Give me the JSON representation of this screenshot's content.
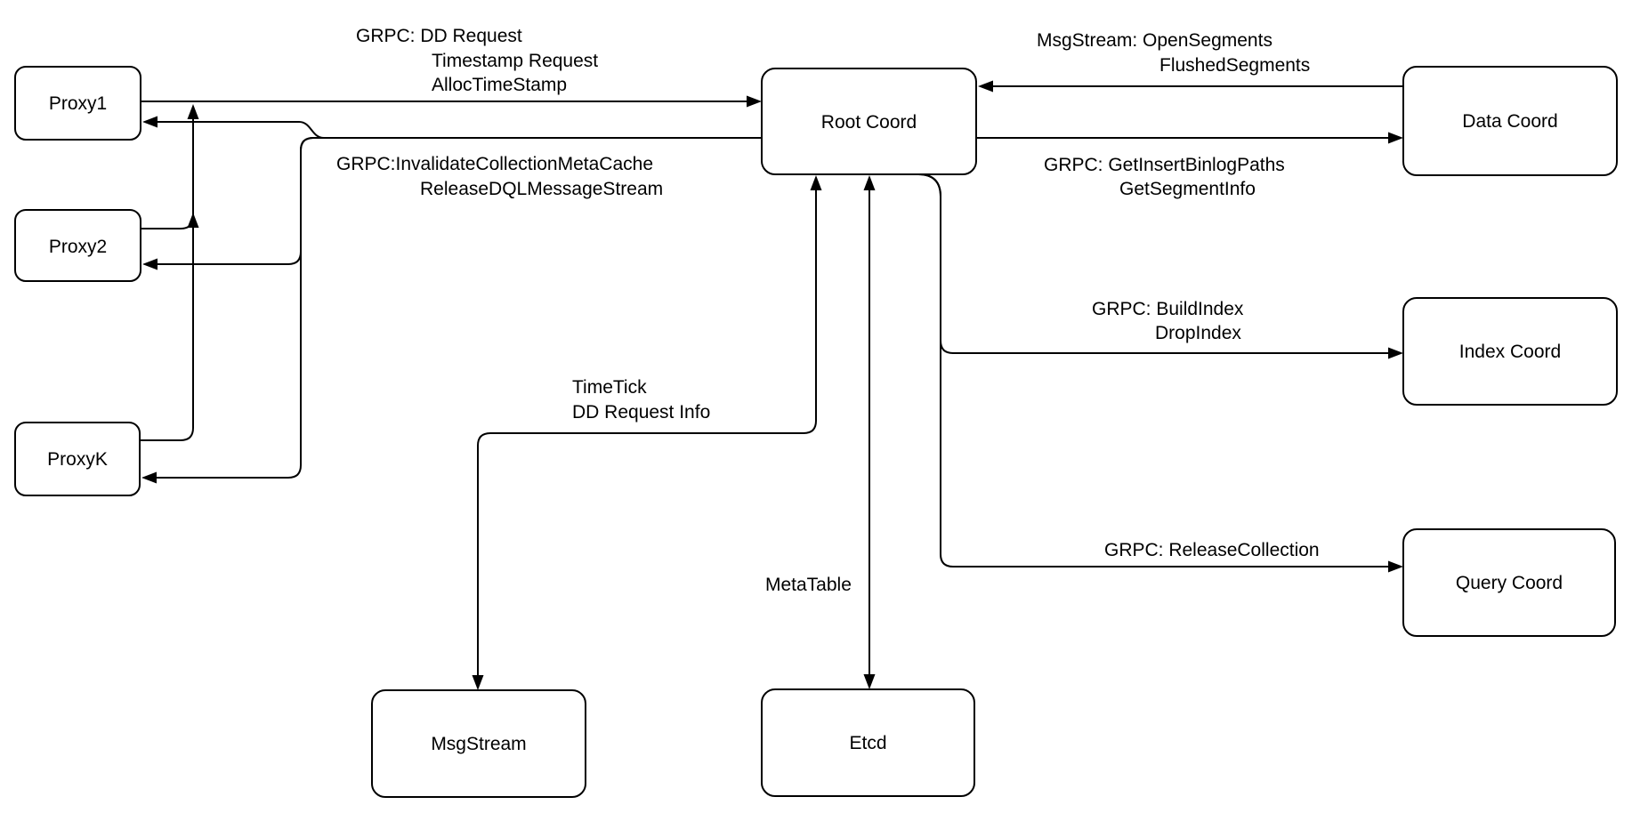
{
  "canvas": {
    "background_color": "#ffffff",
    "node_fill_color": "#ffffff",
    "line_color": "#000000"
  },
  "nodes": {
    "proxy1": {
      "label": "Proxy1"
    },
    "proxy2": {
      "label": "Proxy2"
    },
    "proxyk": {
      "label": "ProxyK"
    },
    "root_coord": {
      "label": "Root Coord"
    },
    "data_coord": {
      "label": "Data Coord"
    },
    "index_coord": {
      "label": "Index Coord"
    },
    "query_coord": {
      "label": "Query Coord"
    },
    "msgstream": {
      "label": "MsgStream"
    },
    "etcd": {
      "label": "Etcd"
    }
  },
  "edges": {
    "proxies_to_root": {
      "from": "Proxy1 / Proxy2 / ProxyK",
      "to": "Root Coord",
      "lines": [
        "GRPC: DD Request",
        "Timestamp Request",
        "AllocTimeStamp"
      ]
    },
    "root_to_proxies": {
      "from": "Root Coord",
      "to": "Proxy1 / Proxy2 / ProxyK",
      "lines": [
        "GRPC:InvalidateCollectionMetaCache",
        "ReleaseDQLMessageStream"
      ]
    },
    "data_to_root": {
      "from": "Data Coord",
      "to": "Root Coord",
      "lines": [
        "MsgStream: OpenSegments",
        "FlushedSegments"
      ]
    },
    "root_to_data": {
      "from": "Root Coord",
      "to": "Data Coord",
      "lines": [
        "GRPC: GetInsertBinlogPaths",
        "GetSegmentInfo"
      ]
    },
    "root_to_index": {
      "from": "Root Coord",
      "to": "Index Coord",
      "lines": [
        "GRPC: BuildIndex",
        "DropIndex"
      ]
    },
    "root_to_query": {
      "from": "Root Coord",
      "to": "Query Coord",
      "lines": [
        "GRPC: ReleaseCollection"
      ]
    },
    "root_msgstream_bidir": {
      "from": "Root Coord",
      "to": "MsgStream",
      "lines": [
        "TimeTick",
        "DD Request Info"
      ]
    },
    "root_etcd_bidir": {
      "from": "Root Coord",
      "to": "Etcd",
      "lines": [
        "MetaTable"
      ]
    }
  }
}
